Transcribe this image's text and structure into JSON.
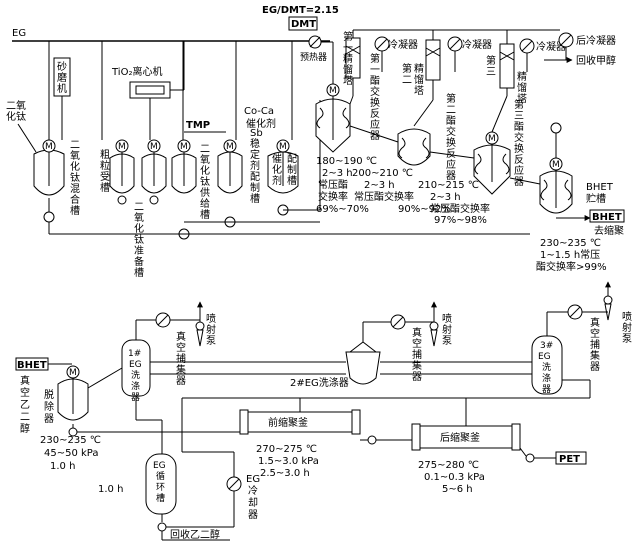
{
  "header": {
    "ratio": "EG/DMT=2.15"
  },
  "labels": {
    "eg_feed": "EG",
    "dmt_box": "DMT",
    "preheater": "预热器",
    "tio2": "二氧化钛",
    "grinder": "砂磨机",
    "mixing_tank": "二氧化钛混合槽",
    "coarse_tank": "粗粒受槽",
    "centrifuge": "TiO₂离心机",
    "prep_tank": "二氧化钛准备槽",
    "tmp": "TMP",
    "feed_tank": "二氧化钛供给槽",
    "cat_coca": "Co-Ca",
    "cat_label": "催化剂",
    "sb_tank": "Sb稳定剂配制槽",
    "cat_tank": "催化剂配制槽",
    "rect1": "第一精馏塔",
    "rect2": "第二精馏塔",
    "rect3": "第三精馏塔",
    "condenser1": "冷凝器",
    "condenser2": "冷凝器",
    "condenser3": "冷凝器",
    "after_condenser": "后冷凝器",
    "recover_methanol": "回收甲醇",
    "ex1": "第一酯交换反应器",
    "ex2": "第二酯交换反应器",
    "ex3": "第三酯交换反应器",
    "bhet_storage": "BHET贮槽",
    "bhet_out": "BHET",
    "to_poly": "去缩聚",
    "bhet_in": "BHET",
    "vacuum_eg": "真空乙二醇",
    "deglycol": "脱除器",
    "eg_wash1": "1#EG洗涤器",
    "eg_wash2": "2#EG洗涤器",
    "eg_wash3": "3#EG洗涤器",
    "trap1": "真空捕集器",
    "trap2": "真空捕集器",
    "trap3": "真空捕集器",
    "jet1": "喷射泵",
    "jet2": "喷射泵",
    "jet3": "喷射泵",
    "eg_circ": "EG循环槽",
    "eg_cooler": "EG冷却器",
    "recover_eg": "回收乙二醇",
    "pre_poly": "前缩聚釜",
    "post_poly": "后缩聚釜",
    "pet": "PET"
  },
  "conditions": {
    "ex1": [
      "180~190 ℃",
      "2~3 h",
      "常压酯",
      "交换率",
      "69%~70%"
    ],
    "ex2": [
      "200~210 ℃",
      "2~3 h",
      "常压酯交换率",
      "90%~92%"
    ],
    "ex3": [
      "210~215 ℃",
      "2~3 h",
      "常压酯交换率",
      "97%~98%"
    ],
    "bhet": [
      "230~235 ℃",
      "1~1.5 h常压",
      "酯交换率>99%"
    ],
    "degly": [
      "230~235 ℃",
      "45~50 kPa",
      "1.0 h"
    ],
    "circ_time": "1.0 h",
    "pre": [
      "270~275 ℃",
      "1.5~3.0 kPa",
      "2.5~3.0 h"
    ],
    "post": [
      "275~280 ℃",
      "0.1~0.3 kPa",
      "5~6 h"
    ]
  },
  "icons": {
    "motor": "M",
    "hx": "heat-exchanger-icon",
    "jet": "jet-pump-icon"
  }
}
